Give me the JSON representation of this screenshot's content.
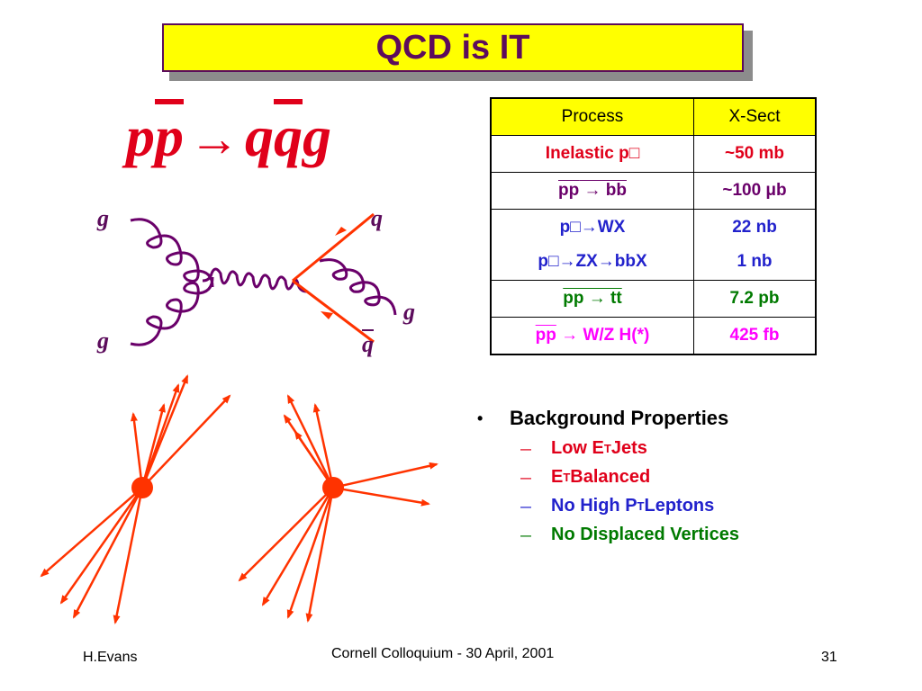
{
  "slide": {
    "title": "QCD is IT",
    "formula": {
      "p1": "p",
      "p2": "p",
      "arrow": "→",
      "q1": "q",
      "q2": "q",
      "g": "g"
    },
    "diagram_labels": {
      "g_top": "g",
      "g_bottom": "g",
      "q_top": "q",
      "g_right": "g",
      "q_bar": "q"
    },
    "table": {
      "headers": [
        "Process",
        "X-Sect"
      ],
      "rows": [
        {
          "process": "Inelastic p□",
          "xsect": "~50 mb",
          "process_color": "#e0001a",
          "xsect_color": "#e0001a"
        },
        {
          "process_a": "pp",
          "process_b": " → bb",
          "xsect": "~100 μb",
          "process_color": "#6a006a",
          "xsect_color": "#6a006a"
        },
        {
          "process": "p□→WX",
          "xsect": "22 nb",
          "process_color": "#2222cc",
          "xsect_color": "#2222cc"
        },
        {
          "process": "p□→ZX→bbX",
          "xsect": "1 nb",
          "process_color": "#2222cc",
          "xsect_color": "#2222cc"
        },
        {
          "process_a": "pp",
          "process_b": " → tt",
          "xsect": "7.2 pb",
          "process_color": "#007a00",
          "xsect_color": "#007a00"
        },
        {
          "process_a": "pp",
          "process_b": " → W/Z H(*)",
          "xsect": "425 fb",
          "process_color": "#ff00ff",
          "xsect_color": "#ff00ff"
        }
      ]
    },
    "bullets": {
      "main": "Background Properties",
      "dot": "•",
      "dash": "—",
      "items": [
        {
          "text": "Low E",
          "sub": "T",
          "rest": " Jets",
          "color": "#e0001a"
        },
        {
          "text": "E",
          "sub": "T",
          "rest": " Balanced",
          "color": "#e0001a"
        },
        {
          "text": "No High P",
          "sub": "T",
          "rest": " Leptons",
          "color": "#2222cc"
        },
        {
          "text": "No Displaced Vertices",
          "sub": "",
          "rest": "",
          "color": "#007a00"
        }
      ]
    },
    "footer": {
      "left": "H.Evans",
      "center": "Cornell Colloquium - 30 April, 2001",
      "right": "31"
    },
    "colors": {
      "title_bg": "#ffff00",
      "title_text": "#5c0c5c",
      "gluon": "#6a006a",
      "jets": "#ff3300"
    }
  }
}
